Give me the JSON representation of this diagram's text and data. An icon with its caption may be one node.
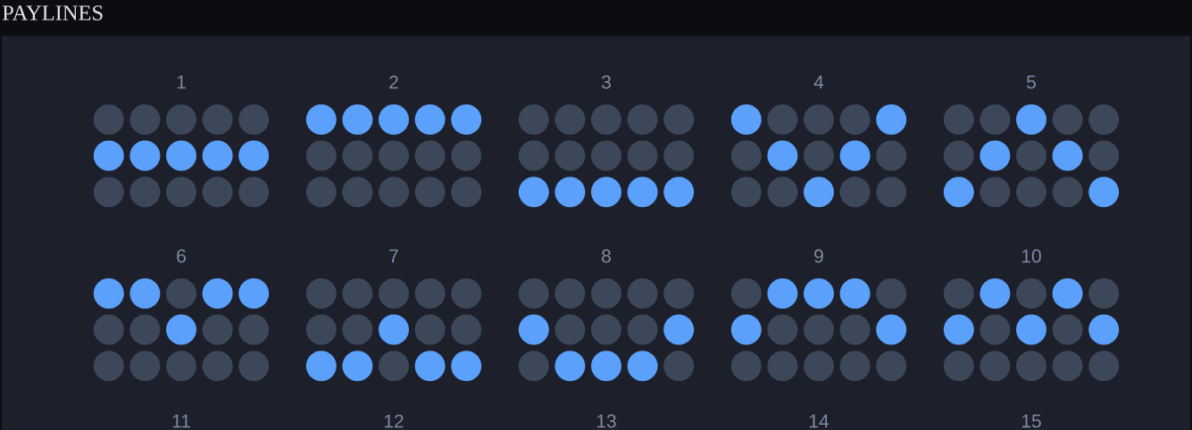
{
  "diagram": {
    "title": "PAYLINES",
    "nodes": [
      {
        "text": [
          "1"
        ]
      },
      {
        "text": [
          "2"
        ]
      },
      {
        "text": [
          "3"
        ]
      },
      {
        "text": [
          "4"
        ]
      },
      {
        "text": [
          "5"
        ]
      },
      {
        "text": [
          "6"
        ]
      },
      {
        "text": [
          "7"
        ]
      },
      {
        "text": [
          "8"
        ]
      },
      {
        "text": [
          "9"
        ]
      },
      {
        "text": [
          "10"
        ]
      }
    ],
    "labels": [
      "11",
      "12",
      "13",
      "14",
      "15"
    ]
  }
}
